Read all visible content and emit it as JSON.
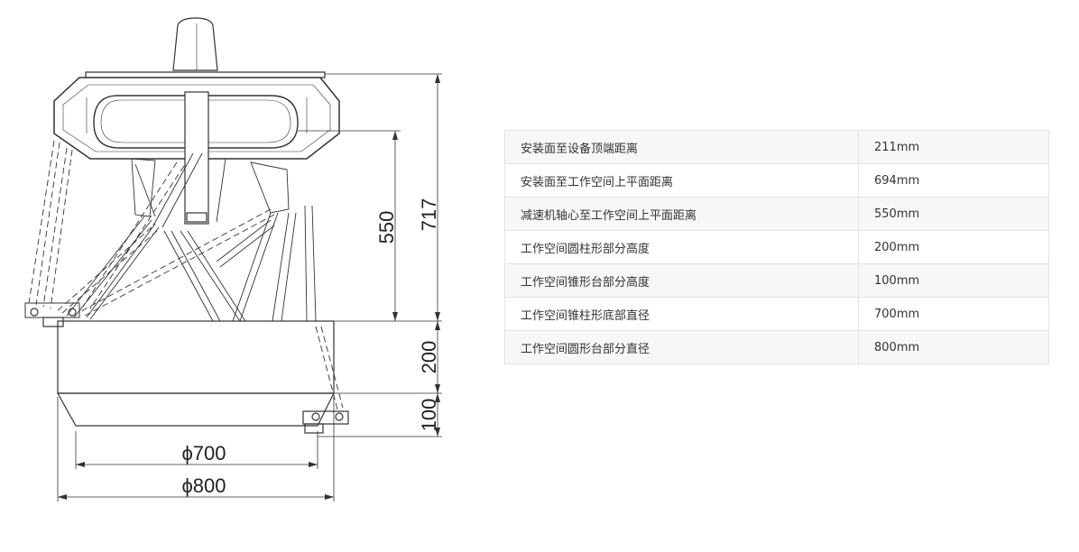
{
  "diagram": {
    "dimensions": {
      "total_height": "717",
      "workspace_top": "550",
      "cylinder_height": "200",
      "frustum_height": "100",
      "bottom_diameter": "ϕ700",
      "top_diameter": "ϕ800"
    }
  },
  "specs": [
    {
      "label": "安装面至设备顶端距离",
      "value": "211mm"
    },
    {
      "label": "安装面至工作空间上平面距离",
      "value": "694mm"
    },
    {
      "label": "减速机轴心至工作空间上平面距离",
      "value": "550mm"
    },
    {
      "label": "工作空间圆柱形部分高度",
      "value": "200mm"
    },
    {
      "label": "工作空间锥形台部分高度",
      "value": "100mm"
    },
    {
      "label": "工作空间锥柱形底部直径",
      "value": "700mm"
    },
    {
      "label": "工作空间圆形台部分直径",
      "value": "800mm"
    }
  ]
}
